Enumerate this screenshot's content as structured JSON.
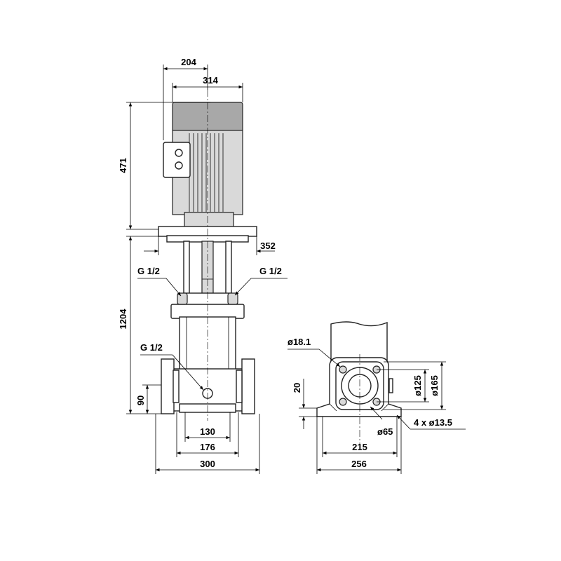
{
  "front_view": {
    "dims": {
      "width_204": "204",
      "width_314": "314",
      "height_471": "471",
      "width_352": "352",
      "height_1204": "1204",
      "height_90": "90",
      "width_130": "130",
      "width_176": "176",
      "width_300": "300"
    },
    "connections": {
      "left_top": "G 1/2",
      "right_top": "G 1/2",
      "bottom": "G 1/2"
    }
  },
  "side_view": {
    "dims": {
      "hole_dia": "ø18.1",
      "height_20": "20",
      "pcd_125": "ø125",
      "flange_165": "ø165",
      "bore_65": "ø65",
      "base_holes": "4 x ø13.5",
      "width_215": "215",
      "width_256": "256"
    }
  },
  "colors": {
    "line": "#000000",
    "fill_gray": "#d9d9d9",
    "fill_dark": "#a8a8a8"
  }
}
